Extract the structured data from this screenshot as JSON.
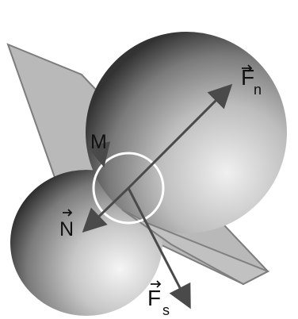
{
  "labels": {
    "fn_main": "F",
    "fn_sub": "n",
    "fs_main": "F",
    "fs_sub": "s",
    "n": "N",
    "m": "M"
  },
  "colors": {
    "plane_fill": "#b9b9b9",
    "plane_stroke": "#7d7d7d",
    "sphere_light": "#eeeeee",
    "sphere_mid": "#8d8d8d",
    "sphere_dark": "#333333",
    "arrow": "#4a4a4a",
    "text": "#111111",
    "circle": "#ffffff"
  },
  "icons": {
    "vector_arrow": "vector-arrow-icon"
  }
}
